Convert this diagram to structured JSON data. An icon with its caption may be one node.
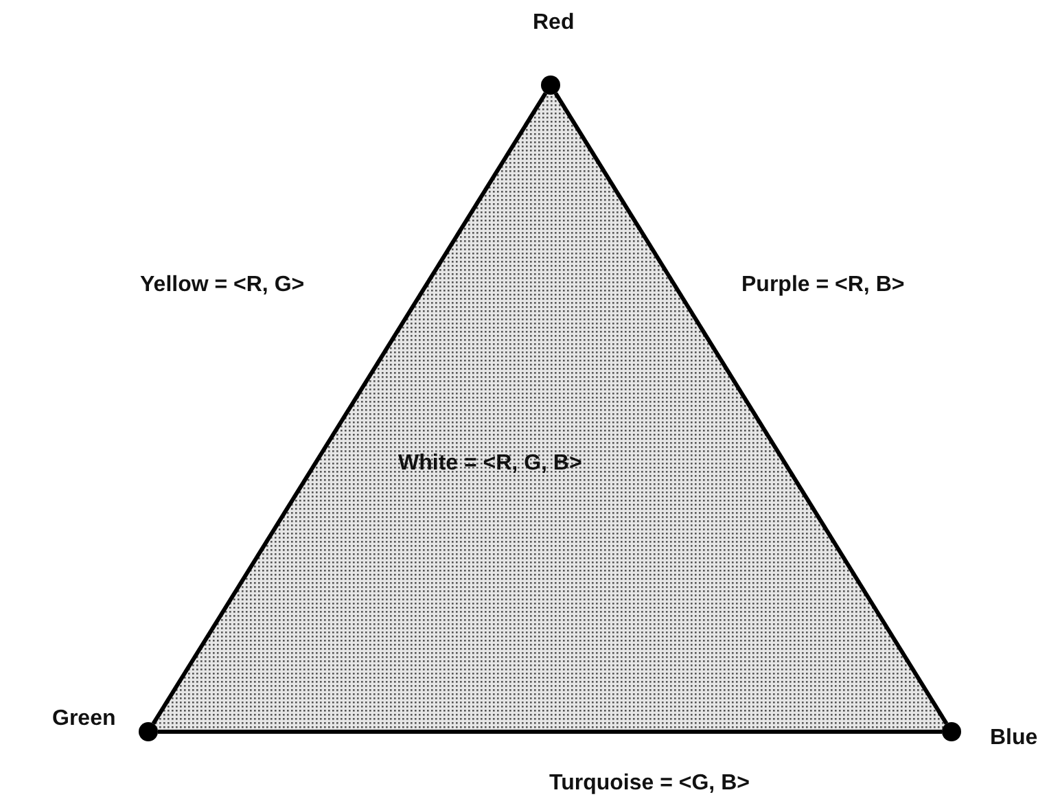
{
  "diagram": {
    "nodes": [
      {
        "text": [
          "White = <R, G, B>"
        ]
      },
      {
        "text": [
          "Red"
        ]
      },
      {
        "text": [
          "Green"
        ]
      },
      {
        "text": [
          "Blue"
        ]
      }
    ],
    "edges": [
      {
        "from": 1,
        "to": 2,
        "arrow": "none",
        "label": "Yellow = <R, G>"
      },
      {
        "from": 1,
        "to": 3,
        "arrow": "none",
        "label": "Purple = <R, B>"
      },
      {
        "from": 2,
        "to": 3,
        "arrow": "none",
        "label": "Turquoise = <G, B>"
      }
    ]
  }
}
